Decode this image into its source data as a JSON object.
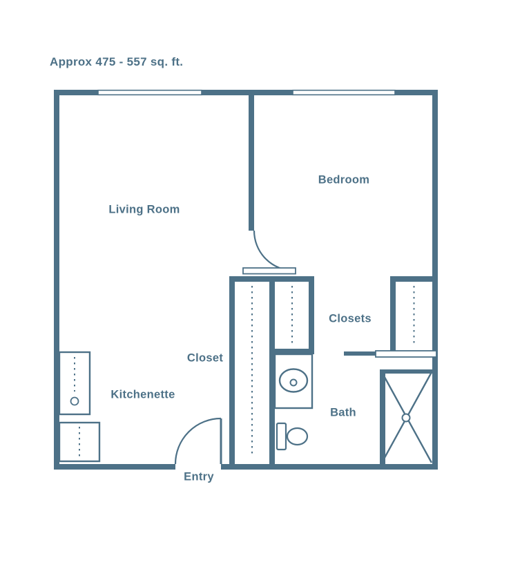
{
  "title": "Approx 475 - 557 sq. ft.",
  "area_sq_ft": {
    "min": 475,
    "max": 557
  },
  "colors": {
    "wall": "#4d7187",
    "background": "#ffffff"
  },
  "rooms": {
    "living_room": "Living Room",
    "bedroom": "Bedroom",
    "closets": "Closets",
    "closet": "Closet",
    "kitchenette": "Kitchenette",
    "bath": "Bath",
    "entry": "Entry"
  }
}
